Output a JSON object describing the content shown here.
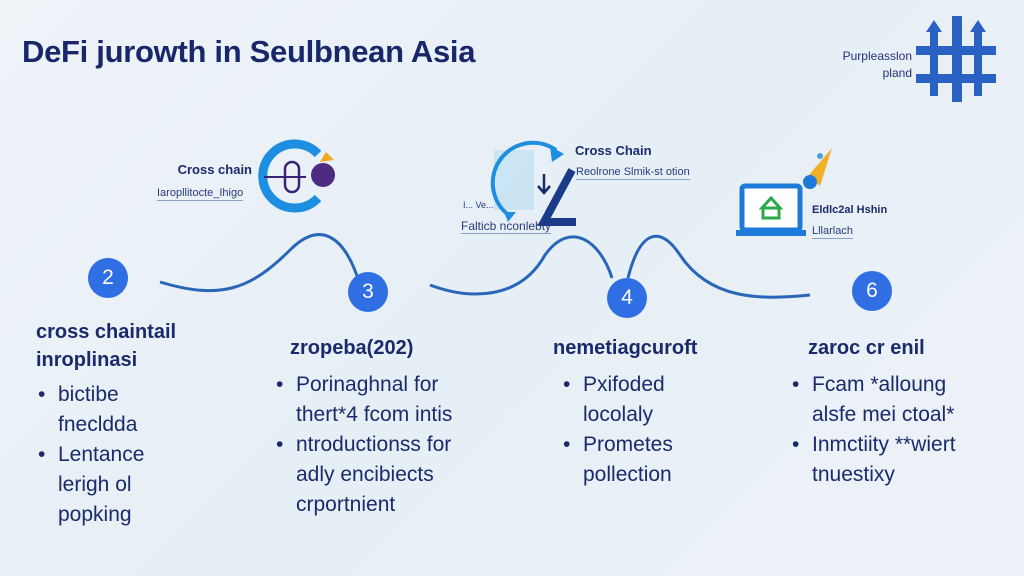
{
  "title": "DeFi jurowth in Seulbnean Asia",
  "logo": {
    "line1": "Purpleasslon",
    "line2": "pland"
  },
  "icons": [
    {
      "label": "Cross chain",
      "sub": "Iaropllitocte_Ihigo"
    },
    {
      "label": "Cross Chain",
      "sub": "Reolrone Slmik-st otion",
      "sub2": "Falticb nconlebty",
      "tiny": "I...  Ve..."
    },
    {
      "label": "Eldlc2al Hshin",
      "sub": "Lllarlach"
    }
  ],
  "steps": [
    {
      "num": "2",
      "heading": [
        "cross chaintail",
        "inroplinasi"
      ],
      "bullets": [
        [
          "bictibe",
          "fnecldda"
        ],
        [
          "Lentance",
          "lerigh ol",
          "popking"
        ]
      ]
    },
    {
      "num": "3",
      "heading": [
        "zropeba(202)"
      ],
      "bullets": [
        [
          "Porinaghnal for",
          "thert*4 fcom intis"
        ],
        [
          "ntroductionss for",
          "adly encibiects",
          "crportnient"
        ]
      ]
    },
    {
      "num": "4",
      "heading": [
        "nemetiagcuroft"
      ],
      "bullets": [
        [
          "Pxifoded",
          "locolaly"
        ],
        [
          "Prometes",
          "pollection"
        ]
      ]
    },
    {
      "num": "6",
      "heading": [
        "zaroc cr enil"
      ],
      "bullets": [
        [
          "Fcam *alloung",
          "alsfe mei ctoal*"
        ],
        [
          "Inmctiity **wiert",
          "tnuestixy"
        ]
      ]
    }
  ],
  "colors": {
    "accent": "#2f6fe3",
    "navy": "#17276a",
    "wave": "#2a66b8"
  }
}
